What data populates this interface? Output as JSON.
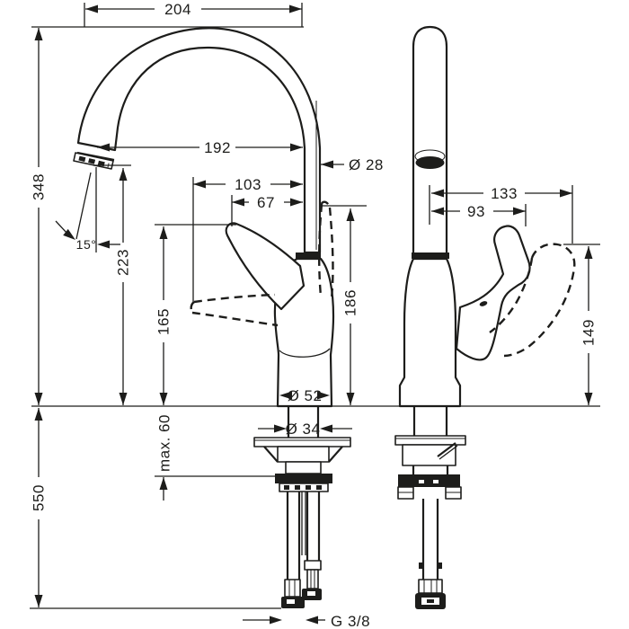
{
  "drawing": {
    "background": "#ffffff",
    "line_color": "#1d1d1b",
    "units": "mm",
    "views": {
      "side": {
        "name": "side-view",
        "dimensions": {
          "spout_reach_overall": "204",
          "height_overall": "348",
          "spout_reach_aerator": "192",
          "spout_tube_diameter": "Ø 28",
          "handle_projection_open": "103",
          "handle_projection": "67",
          "spout_angle": "15°",
          "aerator_height": "223",
          "handle_tip_height": "165",
          "handle_top_height": "186",
          "base_diameter": "Ø 52",
          "shank_diameter": "Ø 34",
          "max_counter_thickness": "max. 60",
          "hose_length": "550",
          "connection_thread": "G 3/8"
        }
      },
      "front": {
        "name": "front-view",
        "dimensions": {
          "handle_reach_open": "133",
          "handle_reach": "93",
          "handle_height_open": "149"
        }
      }
    }
  }
}
